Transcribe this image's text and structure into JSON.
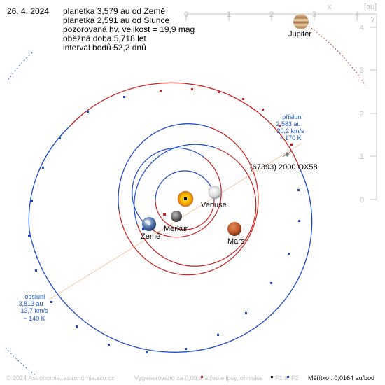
{
  "date": "26. 4. 2024",
  "info_lines": [
    "planetka 3,579 au od Země",
    "planetka 2,591 au od Slunce",
    "pozorovaná hv. velikost = 19,9 mag",
    "oběžná doba 5,718 let",
    "interval bodů 52,2 dnů"
  ],
  "axis": {
    "unit": "[au]",
    "x_letter": "x",
    "y_letter": "y",
    "x_ticks": [
      "0",
      "1",
      "2",
      "3",
      "4"
    ],
    "y_ticks": [
      "4",
      "3",
      "2",
      "1",
      "0"
    ]
  },
  "asteroid_label": "(67393) 2000 OX58",
  "perihelion": {
    "title": "přísluní",
    "distance": "2,583 au",
    "speed": "20,2 km/s",
    "temperature": "~ 170 K"
  },
  "aphelion": {
    "title": "odsluní",
    "distance": "3,813 au",
    "speed": "13,7 km/s",
    "temperature": "~ 140 K"
  },
  "bodies": {
    "jupiter": "Jupiter",
    "venus": "Venuše",
    "mercury": "Merkur",
    "earth": "Země",
    "mars": "Mars"
  },
  "footer": {
    "copyright": "© 2024 Astronomia, astronomia.zcu.cz",
    "generated": "Vygenerováno za 0,09 s",
    "legend_center": "střed elipsy, ohniska",
    "legend_f1": "F1 a",
    "legend_f2": "F2",
    "scale": "Měřítko : 0,0164 au/bod"
  },
  "colors": {
    "orbit_blue": "#1a47d0",
    "orbit_red": "#cc1f1f",
    "apsis_line": "#f5c7a3",
    "label_blue": "#1a56d6"
  }
}
